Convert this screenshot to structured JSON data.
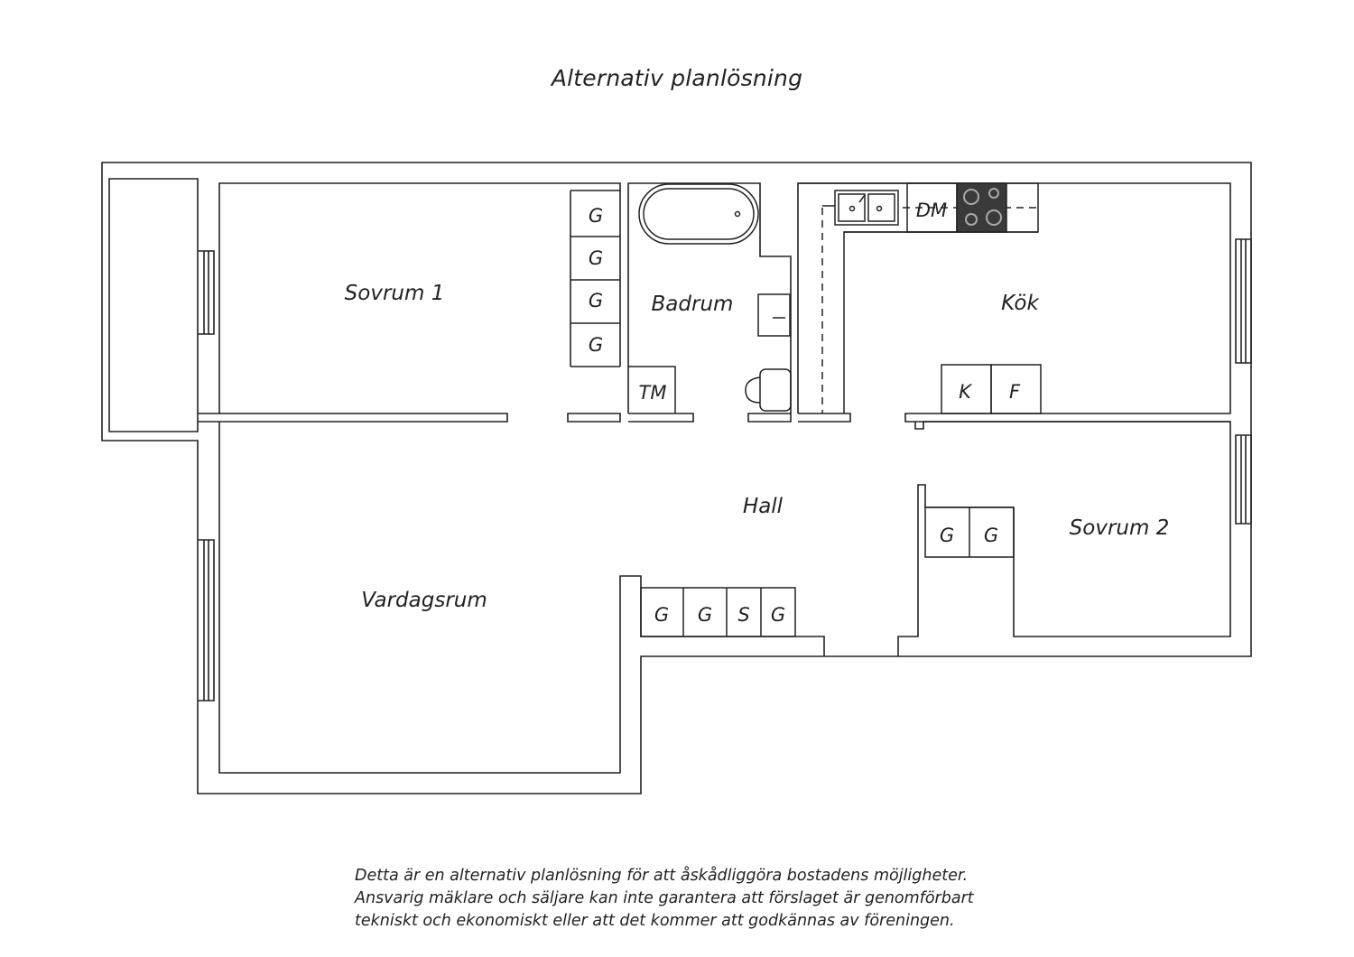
{
  "title": "Alternativ planlösning",
  "rooms": {
    "sovrum1": "Sovrum 1",
    "badrum": "Badrum",
    "kok": "Kök",
    "hall": "Hall",
    "vardagsrum": "Vardagsrum",
    "sovrum2": "Sovrum 2"
  },
  "fixtures": {
    "garderob": "G",
    "skap": "S",
    "tvattmaskin": "TM",
    "diskmaskin": "DM",
    "kyl": "K",
    "frys": "F"
  },
  "disclaimer": [
    "Detta är en alternativ planlösning för att åskådliggöra bostadens möjligheter.",
    "Ansvarig mäklare och säljare kan inte garantera att förslaget är genomförbart",
    "tekniskt och ekonomiskt eller att det kommer att godkännas av föreningen."
  ],
  "colors": {
    "line": "#222222",
    "stove": "#3a3a3a",
    "background": "#ffffff"
  }
}
